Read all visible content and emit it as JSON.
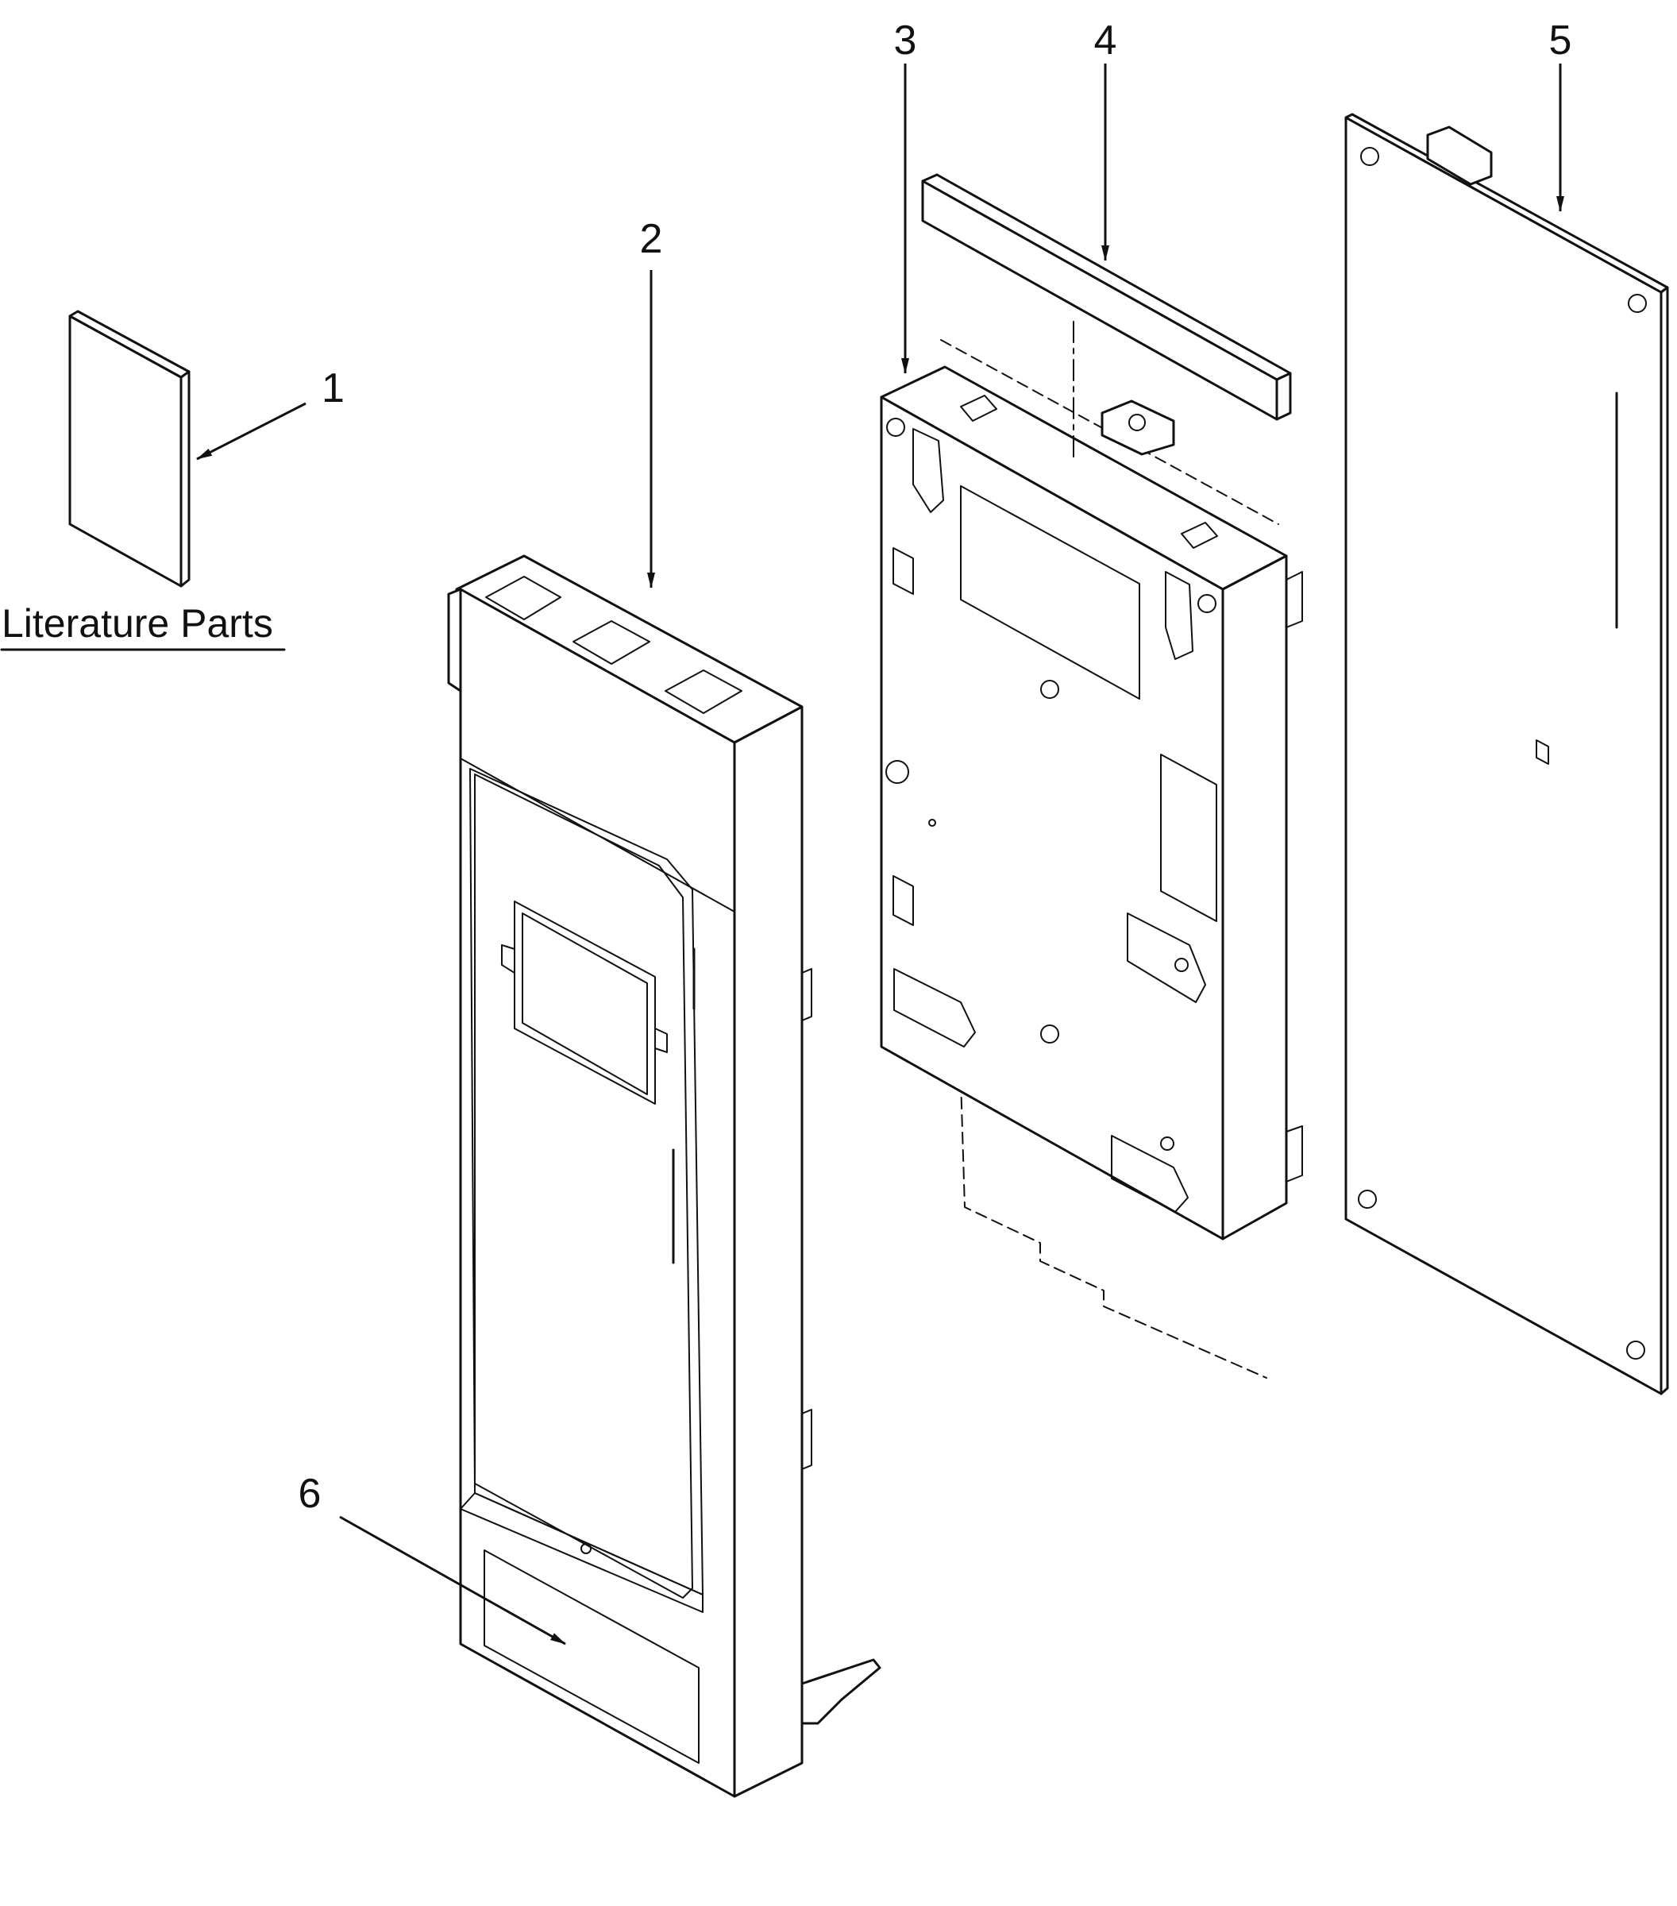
{
  "labels": {
    "literature_parts": "Literature Parts"
  },
  "callouts": [
    {
      "id": "1",
      "text": "1"
    },
    {
      "id": "2",
      "text": "2"
    },
    {
      "id": "3",
      "text": "3"
    },
    {
      "id": "4",
      "text": "4"
    },
    {
      "id": "5",
      "text": "5"
    },
    {
      "id": "6",
      "text": "6"
    }
  ]
}
